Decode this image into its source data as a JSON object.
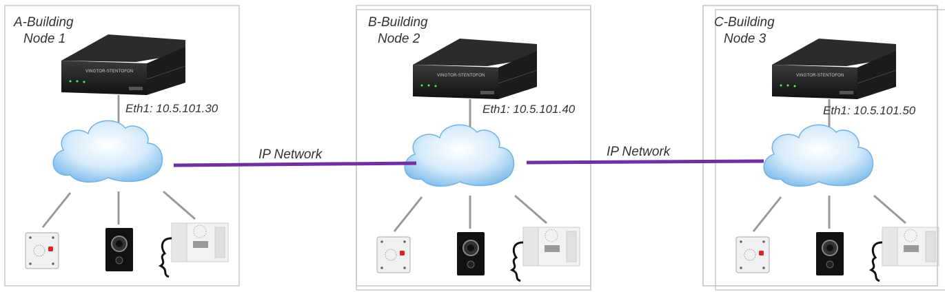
{
  "nodes": [
    {
      "building": "A-Building",
      "node": "Node 1",
      "eth": "Eth1: 10.5.101.30"
    },
    {
      "building": "B-Building",
      "node": "Node 2",
      "eth": "Eth1: 10.5.101.40"
    },
    {
      "building": "C-Building",
      "node": "Node 3",
      "eth": "Eth1: 10.5.101.50"
    }
  ],
  "links": [
    {
      "label": "IP Network"
    },
    {
      "label": "IP Network"
    }
  ],
  "device_brand": "VINGTOR-STENTOFON",
  "colors": {
    "link": "#7030a0",
    "connector": "#999999",
    "panel_border": "#bbbbbb",
    "cloud": "#a9d4f5"
  }
}
